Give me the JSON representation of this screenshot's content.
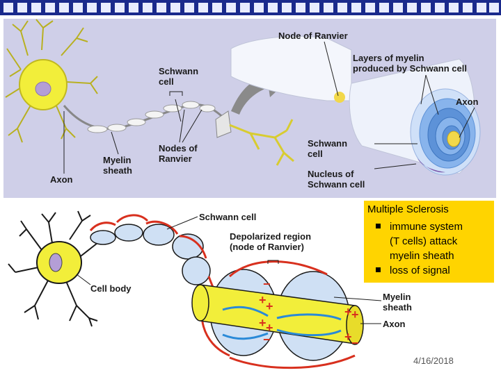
{
  "colors": {
    "title_bar": "#1a2a8c",
    "top_panel": "#cfcfe8",
    "neuron_yellow": "#f2ee3a",
    "myelin_blue": "#bcd6f2",
    "callout_yellow": "#ffd400",
    "signal_red": "#d8301e",
    "signal_blue": "#2a8ad8"
  },
  "top_diagram": {
    "labels": {
      "node_of_ranvier": "Node of Ranvier",
      "layers_of_myelin": "Layers of myelin\nproduced by Schwann cell",
      "schwann_cell": "Schwann\ncell",
      "axon_right": "Axon",
      "schwann_cell_right": "Schwann\ncell",
      "nucleus_of_schwann": "Nucleus of\nSchwann cell",
      "axon_left": "Axon",
      "myelin_sheath": "Myelin\nsheath",
      "nodes_of_ranvier": "Nodes of\nRanvier"
    }
  },
  "bottom_diagram": {
    "labels": {
      "schwann_cell": "Schwann cell",
      "depolarized_region": "Depolarized region\n(node of Ranvier)",
      "cell_body": "Cell body",
      "myelin_sheath": "Myelin\nsheath",
      "axon": "Axon"
    },
    "charges": {
      "plus": "+",
      "minus": "−"
    }
  },
  "callout": {
    "title": "Multiple Sclerosis",
    "items": [
      "immune system\n(T cells) attack\nmyelin sheath",
      "loss of signal"
    ]
  },
  "footer": {
    "date": "4/16/2018"
  }
}
